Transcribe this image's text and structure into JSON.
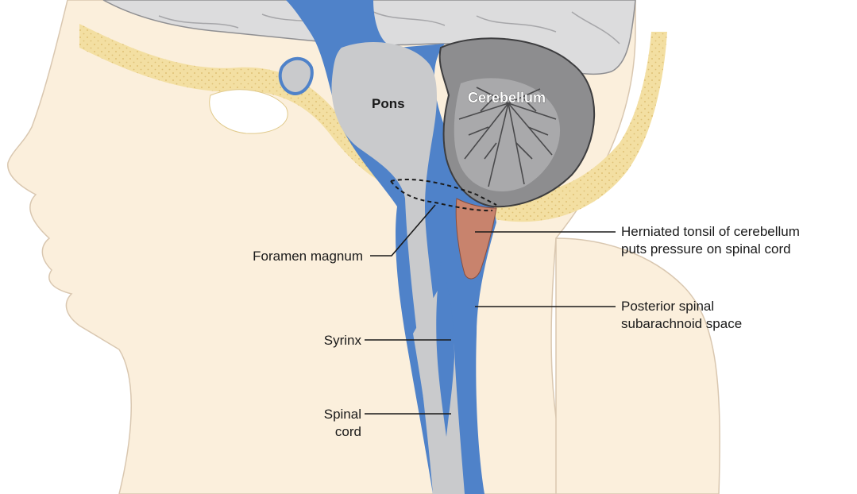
{
  "labels": {
    "pons": "Pons",
    "cerebellum": "Cerebellum",
    "foramen_magnum": "Foramen magnum",
    "herniated_line1": "Herniated tonsil of cerebellum",
    "herniated_line2": "puts pressure on spinal cord",
    "posterior_line1": "Posterior spinal",
    "posterior_line2": "subarachnoid space",
    "syrinx": "Syrinx",
    "spinal_line1": "Spinal",
    "spinal_line2": "cord"
  },
  "colors": {
    "skin": "#fbefdc",
    "skin_outline": "#d9c7b0",
    "bone": "#f3dfa2",
    "bone_dots": "#d9b86a",
    "csf": "#4f82c9",
    "brain": "#c9cacc",
    "cerebrum": "#dcdcdd",
    "cerebellum": "#8d8d8f",
    "tonsil": "#c8836d"
  }
}
